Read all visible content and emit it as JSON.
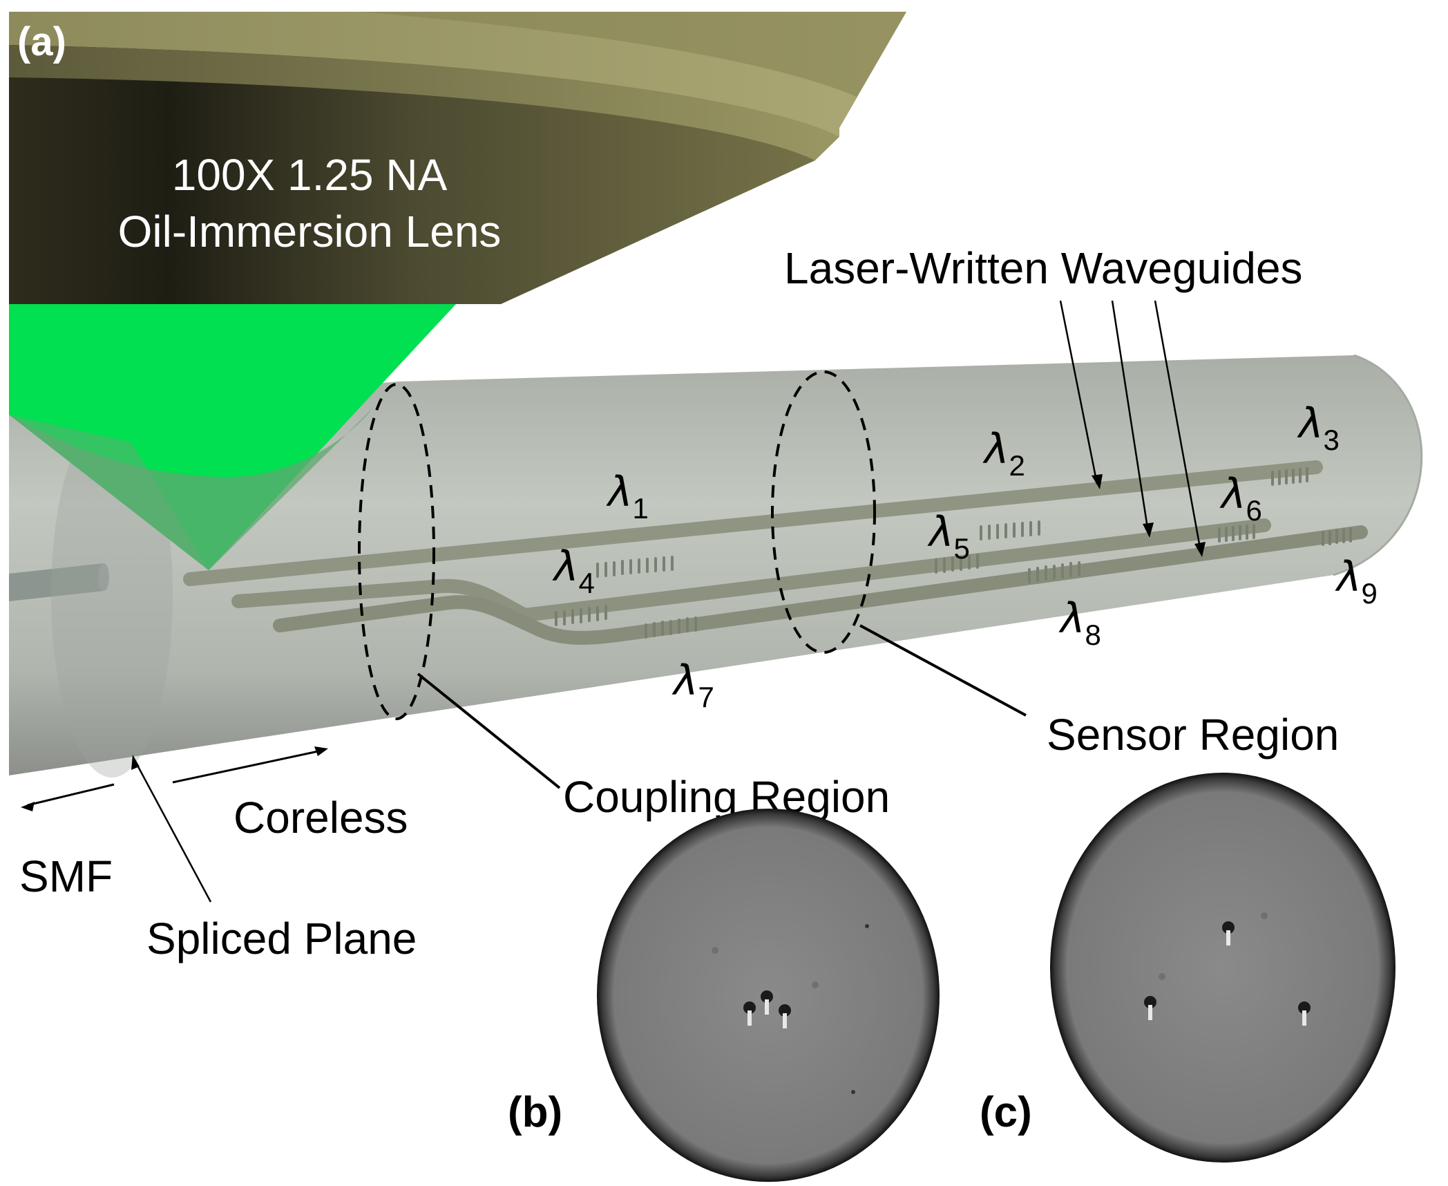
{
  "figure": {
    "panels": {
      "a": "(a)",
      "b": "(b)",
      "c": "(c)"
    },
    "lens_label": {
      "line1": "100X 1.25 NA",
      "line2": "Oil-Immersion Lens"
    },
    "labels": {
      "waveguides": "Laser-Written Waveguides",
      "sensor_region": "Sensor Region",
      "coupling_region": "Coupling Region",
      "coreless": "Coreless",
      "smf": "SMF",
      "spliced_plane": "Spliced Plane"
    },
    "wavelengths": [
      {
        "symbol": "λ",
        "sub": "1"
      },
      {
        "symbol": "λ",
        "sub": "2"
      },
      {
        "symbol": "λ",
        "sub": "3"
      },
      {
        "symbol": "λ",
        "sub": "4"
      },
      {
        "symbol": "λ",
        "sub": "5"
      },
      {
        "symbol": "λ",
        "sub": "6"
      },
      {
        "symbol": "λ",
        "sub": "7"
      },
      {
        "symbol": "λ",
        "sub": "8"
      },
      {
        "symbol": "λ",
        "sub": "9"
      }
    ],
    "colors": {
      "laser_beam": "#00e050",
      "fiber": "#b4bab2",
      "waveguide": "#8e9480",
      "lens_dark": "#25241a",
      "lens_light": "#a6a370"
    }
  }
}
